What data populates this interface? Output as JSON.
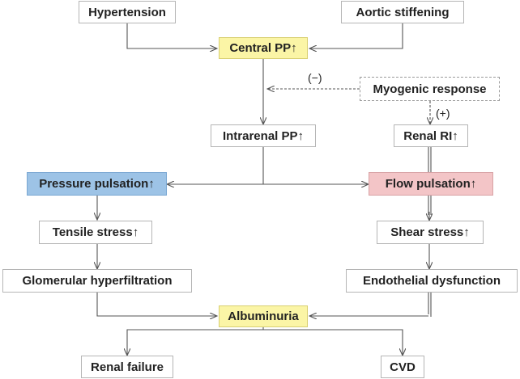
{
  "nodes": {
    "hypertension": "Hypertension",
    "aortic_stiffening": "Aortic stiffening",
    "central_pp": "Central PP↑",
    "myogenic_response": "Myogenic response",
    "intrarenal_pp": "Intrarenal PP↑",
    "renal_ri": "Renal RI↑",
    "pressure_pulsation": "Pressure pulsation↑",
    "flow_pulsation": "Flow pulsation↑",
    "tensile_stress": "Tensile stress↑",
    "shear_stress": "Shear stress↑",
    "glomerular_hyperfiltration": "Glomerular hyperfiltration",
    "endothelial_dysfunction": "Endothelial dysfunction",
    "albuminuria": "Albuminuria",
    "renal_failure": "Renal failure",
    "cvd": "CVD"
  },
  "signs": {
    "negative": "(−)",
    "positive": "(+)"
  },
  "colors": {
    "yellow": "#fbf5a6",
    "blue": "#9dc3e6",
    "pink": "#f3c5c7",
    "line": "#555555"
  }
}
